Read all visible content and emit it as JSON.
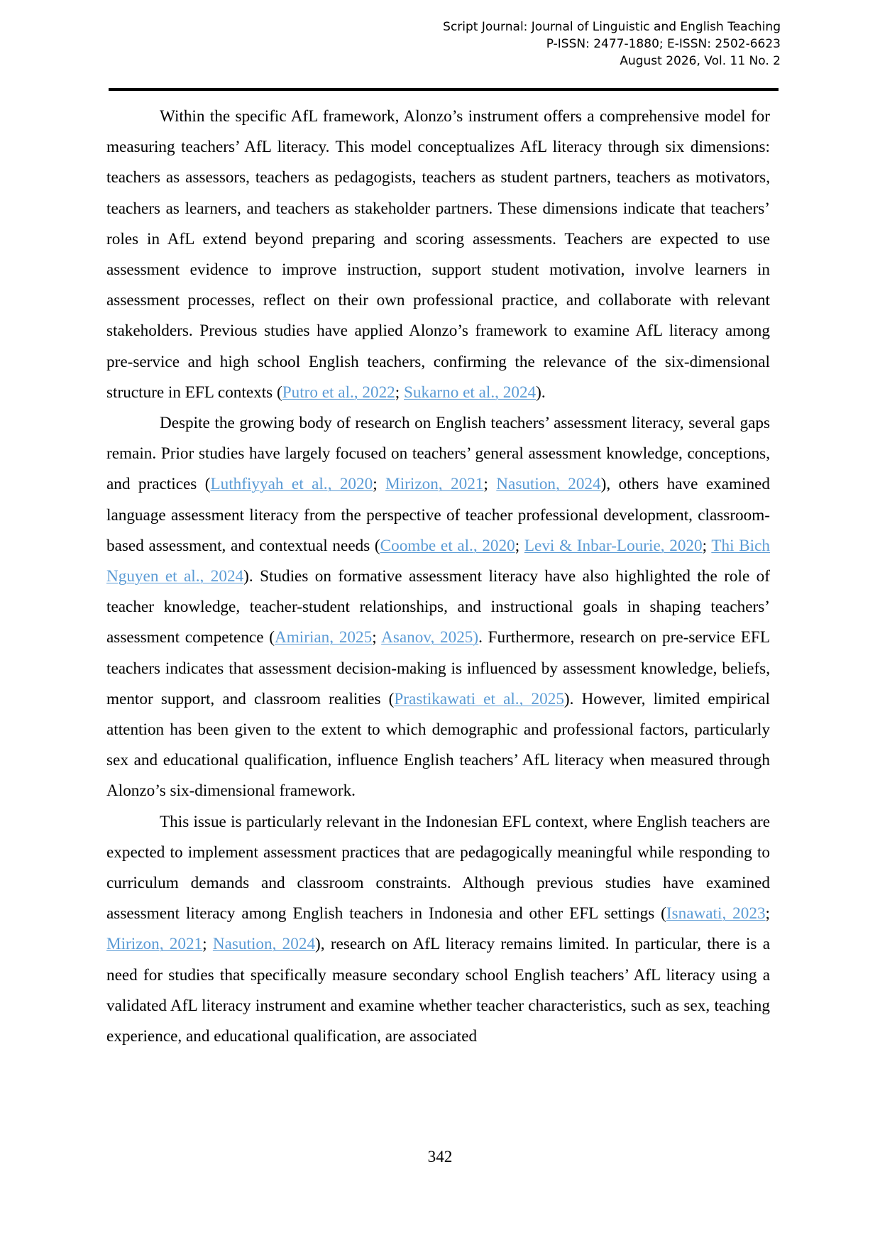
{
  "header": {
    "line1": "Script Journal: Journal of Linguistic and English Teaching",
    "line2": "P-ISSN: 2477-1880; E-ISSN: 2502-6623",
    "line3": "August 2026, Vol. 11 No. 2"
  },
  "colors": {
    "link": "#5b9bd5",
    "text": "#000000",
    "rule": "#000000"
  },
  "paragraphs": {
    "p1": {
      "t1": "Within the specific AfL framework, Alonzo’s instrument offers a comprehensive model for measuring teachers’ AfL literacy. This model conceptualizes AfL literacy through six dimensions: teachers as assessors, teachers as pedagogists, teachers as student partners, teachers as motivators, teachers as learners, and teachers as stakeholder partners. These dimensions indicate that teachers’ roles in AfL extend beyond preparing and scoring assessments. Teachers are expected to use assessment evidence to improve instruction, support student motivation, involve learners in assessment processes, reflect on their own professional practice, and collaborate with relevant stakeholders. Previous studies have applied Alonzo’s framework to examine AfL literacy among pre-service and high school English teachers, confirming the relevance of the six-dimensional structure in EFL contexts (",
      "c1": "Putro et al., 2022",
      "t2": "; ",
      "c2": "Sukarno et al., 2024",
      "t3": ")."
    },
    "p2": {
      "t1": "Despite the growing body of research on English teachers’ assessment literacy, several gaps remain. Prior studies have largely focused on teachers’ general assessment knowledge, conceptions, and practices (",
      "c1": "Luthfiyyah et al., 2020",
      "t2": "; ",
      "c2": "Mirizon, 2021",
      "t3": "; ",
      "c3": "Nasution, 2024",
      "t4": "), others have examined language assessment literacy from the perspective of teacher professional development, classroom-based assessment, and contextual needs (",
      "c4": "Coombe et al., 2020",
      "t5": "; ",
      "c5": "Levi & Inbar-Lourie, 2020",
      "t6": "; ",
      "c6": "Thi Bich Nguyen et al., 2024",
      "t7": "). Studies on formative assessment literacy have also highlighted the role of teacher knowledge, teacher-student relationships, and instructional goals in shaping teachers’ assessment competence (",
      "c7": "Amirian, 2025",
      "t8": "; ",
      "c8": "Asanov, 2025)",
      "t9": ". Furthermore, research on pre-service EFL teachers indicates that assessment decision-making is influenced by assessment knowledge, beliefs, mentor support, and classroom realities (",
      "c9": "Prastikawati et al., 2025",
      "t10": "). However, limited empirical attention has been given to the extent to which demographic and professional factors, particularly sex and educational qualification, influence English teachers’ AfL literacy when measured through Alonzo’s six-dimensional framework."
    },
    "p3": {
      "t1": "This issue is particularly relevant in the Indonesian EFL context, where English teachers are expected to implement assessment practices that are pedagogically meaningful while responding to curriculum demands and classroom constraints. Although previous studies have examined assessment literacy among English teachers in Indonesia and other EFL settings (",
      "c1": "Isnawati, 2023",
      "t2": "; ",
      "c2": "Mirizon, 2021",
      "t3": "; ",
      "c3": "Nasution, 2024",
      "t4": "), research on AfL literacy remains limited. In particular, there is a need for studies that specifically measure secondary school English teachers’ AfL literacy using a validated AfL literacy instrument and examine whether teacher characteristics, such as sex, teaching experience, and educational qualification, are associated"
    }
  },
  "footer": {
    "page_number": "342"
  }
}
